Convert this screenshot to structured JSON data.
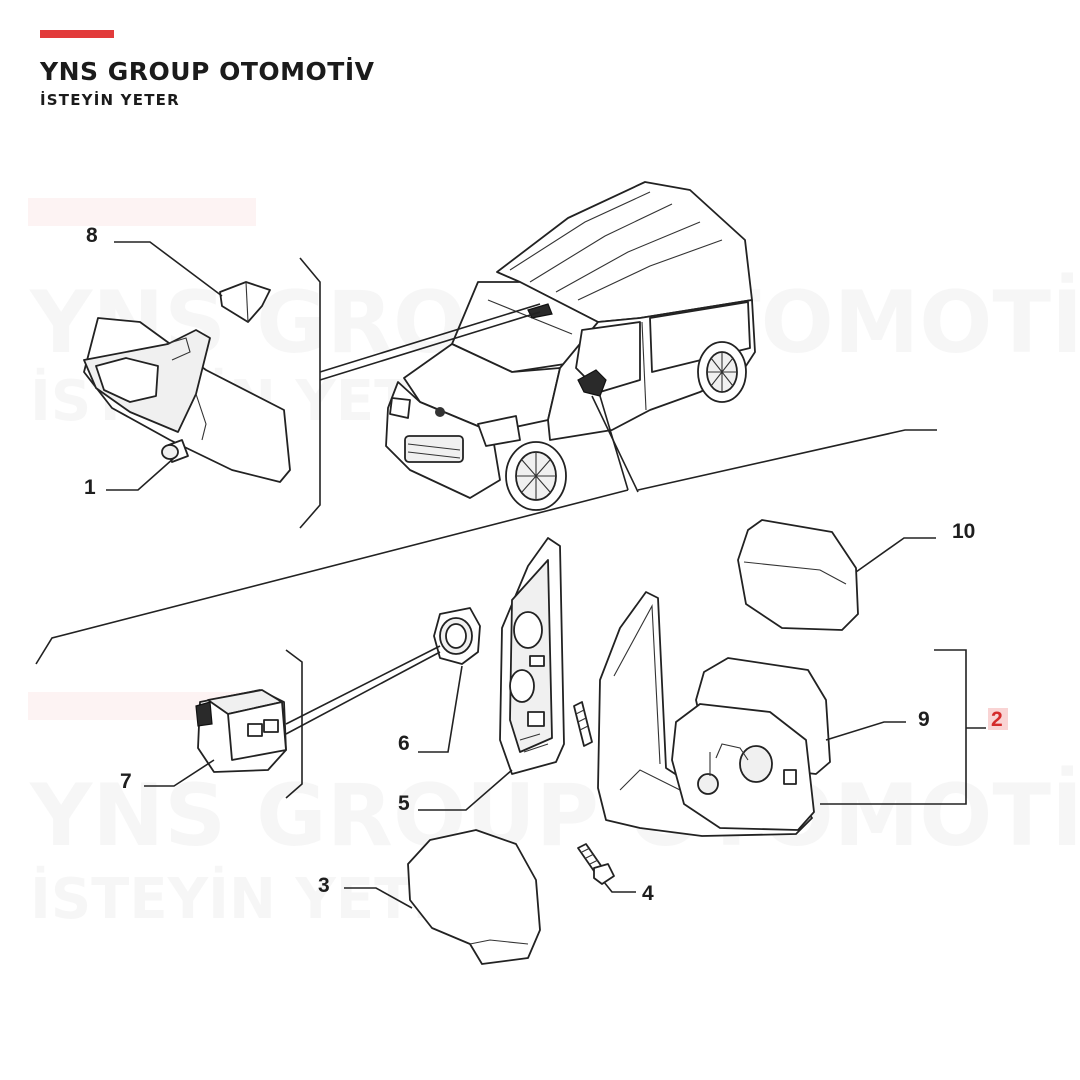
{
  "header": {
    "brand_name": "YNS GROUP OTOMOTİV",
    "tagline": "İSTEYİN YETER",
    "accent_color": "#e23b3b"
  },
  "watermark": {
    "line1": "YNS GROUP OTOMOTİV",
    "line2": "İSTEYİN YETER"
  },
  "callouts": {
    "c1": "1",
    "c2": "2",
    "c3": "3",
    "c4": "4",
    "c5": "5",
    "c6": "6",
    "c7": "7",
    "c8": "8",
    "c9": "9",
    "c10": "10"
  },
  "highlight": {
    "number": "2",
    "color": "#e23b3b"
  }
}
